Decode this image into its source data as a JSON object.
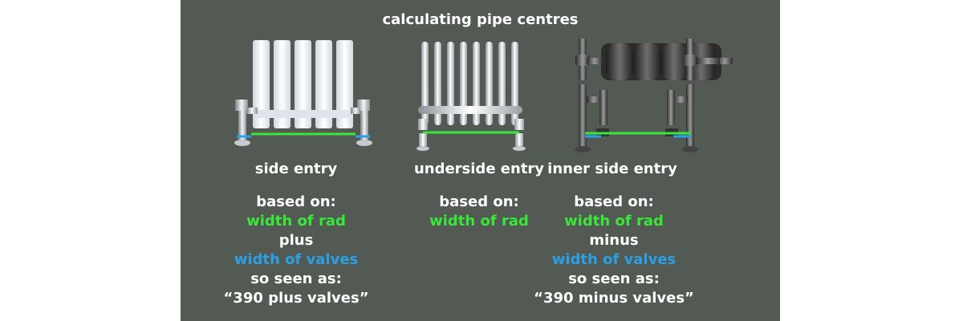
{
  "title": "calculating pipe centres",
  "colors": {
    "background": "#535a53",
    "green": "#39e639",
    "blue": "#2aa0e6",
    "text": "#ffffff"
  },
  "columns": [
    {
      "name": "side entry",
      "lines": [
        {
          "text": "based on:",
          "color": "white"
        },
        {
          "text": "width of rad",
          "color": "green"
        },
        {
          "text": "plus",
          "color": "white"
        },
        {
          "text": "width of valves",
          "color": "blue"
        },
        {
          "text": "so seen as:",
          "color": "white"
        },
        {
          "text": "“390 plus valves”",
          "color": "white"
        }
      ]
    },
    {
      "name": "underside entry",
      "lines": [
        {
          "text": "based on:",
          "color": "white"
        },
        {
          "text": "width of rad",
          "color": "green"
        }
      ]
    },
    {
      "name": "inner side entry",
      "lines": [
        {
          "text": "based on:",
          "color": "white"
        },
        {
          "text": "width of rad",
          "color": "green"
        },
        {
          "text": "minus",
          "color": "white"
        },
        {
          "text": "width of valves",
          "color": "blue"
        },
        {
          "text": "so seen as:",
          "color": "white"
        },
        {
          "text": "“390 minus valves”",
          "color": "white"
        }
      ]
    }
  ]
}
